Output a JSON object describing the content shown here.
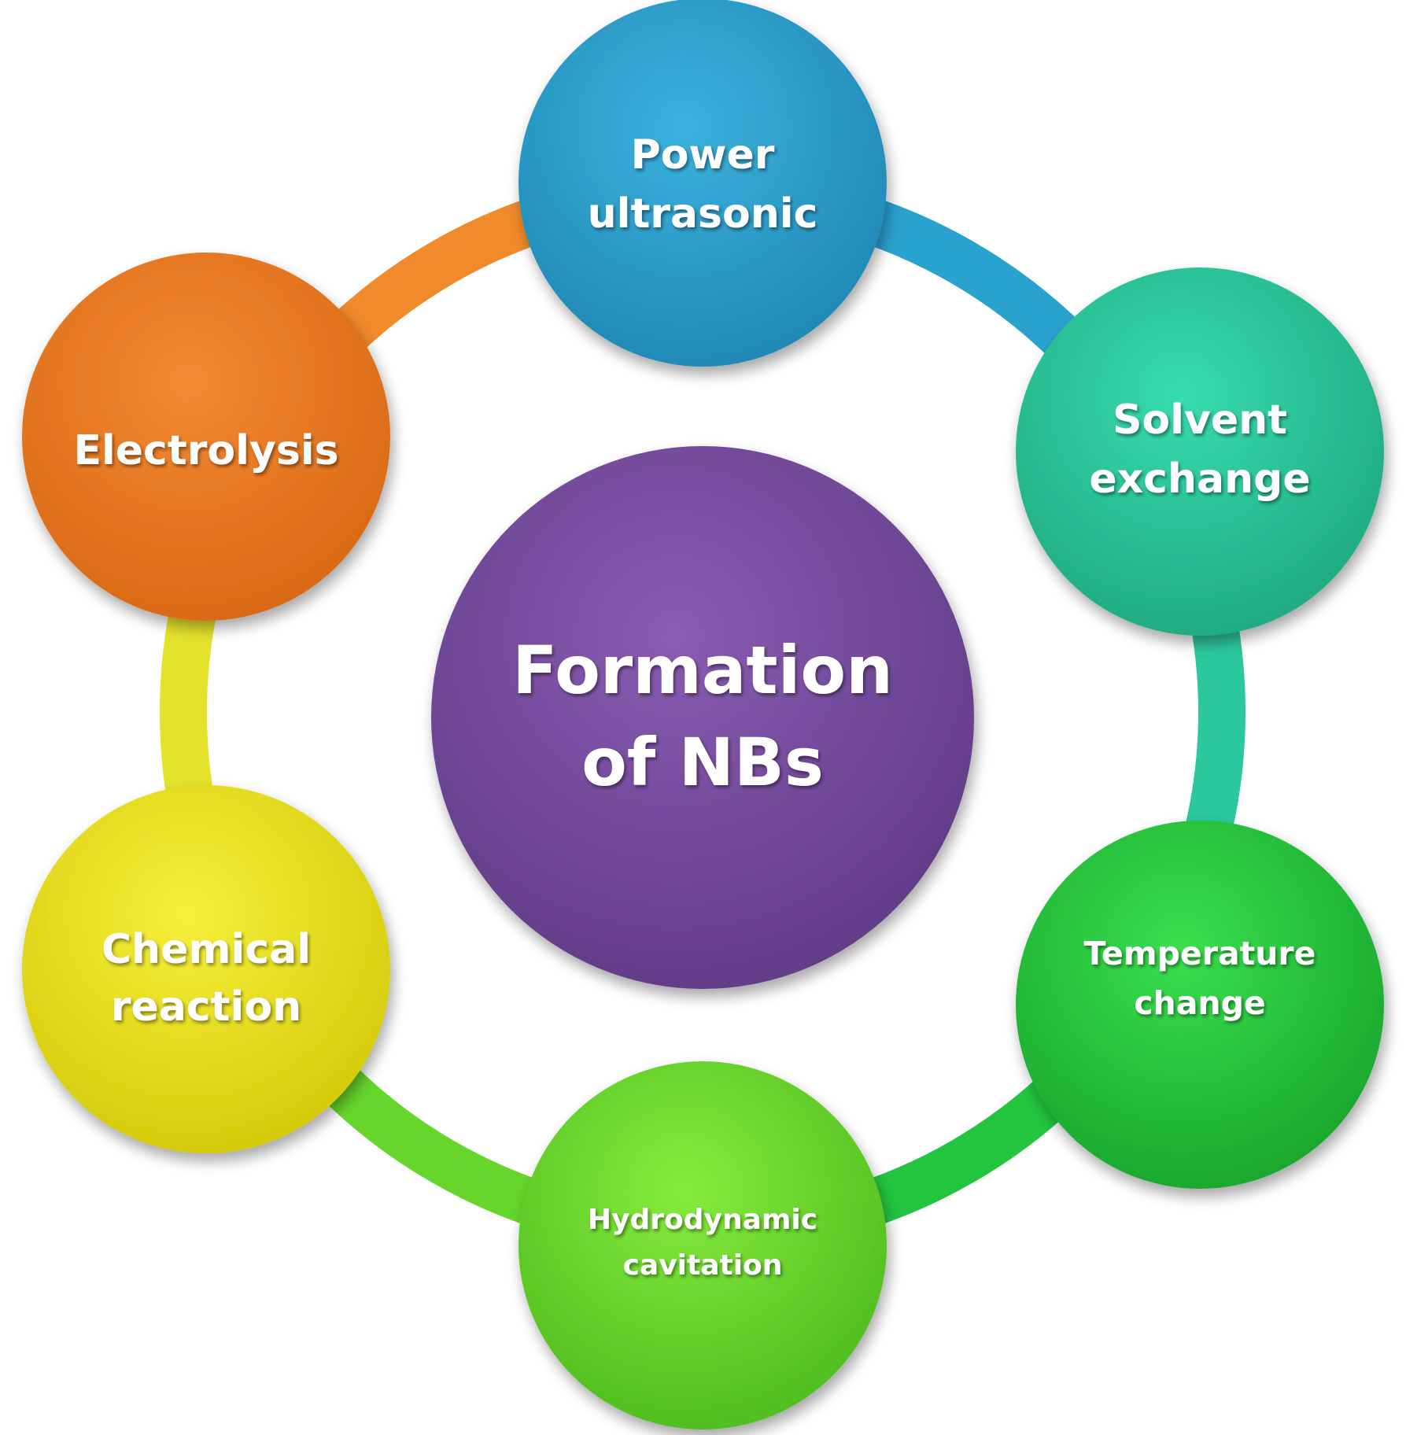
{
  "center": {
    "line1": "Formation",
    "line2": "of NBs",
    "color": "#74489a"
  },
  "nodes": [
    {
      "id": "power-ultrasonic",
      "line1": "Power",
      "line2": "ultrasonic",
      "color": "#2a9fcb"
    },
    {
      "id": "solvent-exchange",
      "line1": "Solvent",
      "line2": "exchange",
      "color": "#28c99a"
    },
    {
      "id": "temperature-change",
      "line1": "Temperature",
      "line2": "change",
      "color": "#22c93b"
    },
    {
      "id": "hydrodynamic-cavitation",
      "line1": "Hydrodynamic",
      "line2": "cavitation",
      "color": "#66d92a"
    },
    {
      "id": "chemical-reaction",
      "line1": "Chemical",
      "line2": "reaction",
      "color": "#e8e012"
    },
    {
      "id": "electrolysis",
      "line1": "Electrolysis",
      "line2": "",
      "color": "#e8761e"
    }
  ],
  "ring_colors": [
    "#2aa2cf",
    "#2bc79d",
    "#23c53f",
    "#66d62c",
    "#e4e22a",
    "#f08a2a"
  ]
}
